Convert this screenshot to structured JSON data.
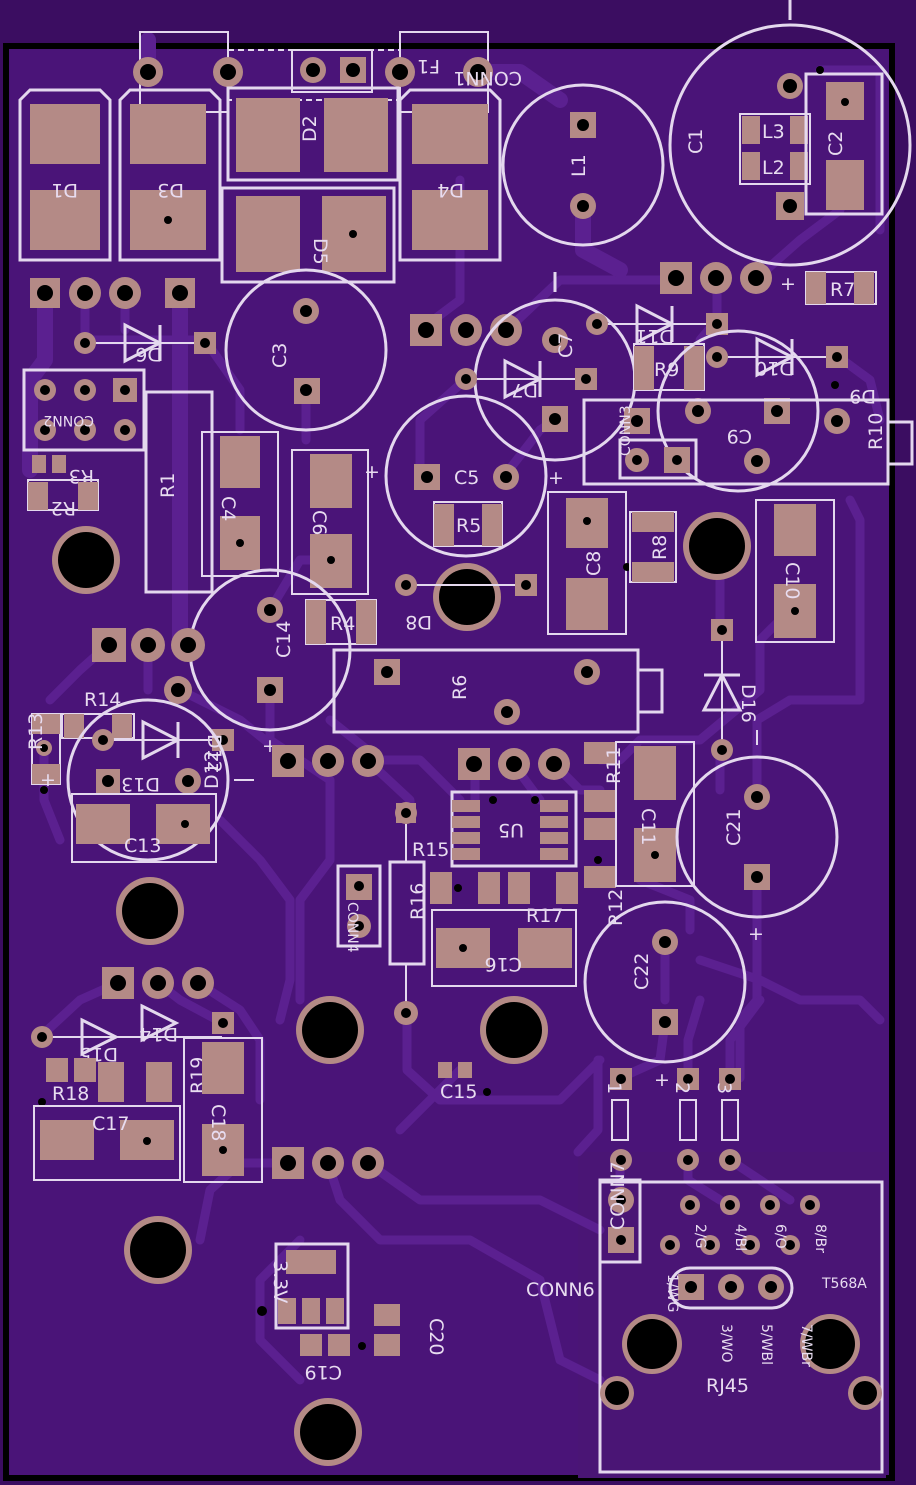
{
  "colors": {
    "board": "#4a1478",
    "board_dark": "#3b0d61",
    "trace": "#5a1f8c",
    "silk": "#e6daf0",
    "pad": "#b48a86",
    "hole": "#000000"
  },
  "labels": {
    "d1": "D1",
    "d2": "D2",
    "d3": "D3",
    "d4": "D4",
    "d5": "D5",
    "d6": "D6",
    "d7": "D7",
    "d8": "D8",
    "d9": "D9",
    "d10": "D10",
    "d11": "D11",
    "d12": "D12",
    "d13": "D13",
    "d14": "D14",
    "d15": "D15",
    "d16": "D16",
    "f1": "F1",
    "conn1": "CONN1",
    "conn2": "CONN2",
    "conn3": "CONN3",
    "conn4": "CONN4",
    "conn6": "CONN6",
    "conn7": "CONN7",
    "l1": "L1",
    "l2": "L2",
    "l3": "L3",
    "c1": "C1",
    "c2": "C2",
    "c3": "C3",
    "c4": "C4",
    "c5": "C5",
    "c6": "C6",
    "c7": "C7",
    "c8": "C8",
    "c9": "C9",
    "c10": "C10",
    "c11": "C11",
    "c13": "C13",
    "c14": "C14",
    "c15": "C15",
    "c16": "C16",
    "c17": "C17",
    "c18": "C18",
    "c19": "C19",
    "c20": "C20",
    "c21": "C21",
    "c22": "C22",
    "r1": "R1",
    "r2": "R2",
    "r3": "R3",
    "r4": "R4",
    "r5": "R5",
    "r6": "R6",
    "r7": "R7",
    "r8": "R8",
    "r9": "R9",
    "r10": "R10",
    "r11": "R11",
    "r12": "R12",
    "r13": "R13",
    "r14": "R14",
    "r15": "R15",
    "r16": "R16",
    "r17": "R17",
    "r18": "R18",
    "r19": "R19",
    "u5": "U5",
    "reg33": "3.3V",
    "rj45": "RJ45",
    "t568a": "T568A",
    "pin_1": "1",
    "pin_2": "2",
    "pin_3": "3",
    "rj_1": "1/WG",
    "rj_2": "2/G",
    "rj_3": "3/WO",
    "rj_4": "4/Bl",
    "rj_5": "5/WBl",
    "rj_6": "6/O",
    "rj_7": "7/WBr",
    "rj_8": "8/Br",
    "plus": "+"
  }
}
